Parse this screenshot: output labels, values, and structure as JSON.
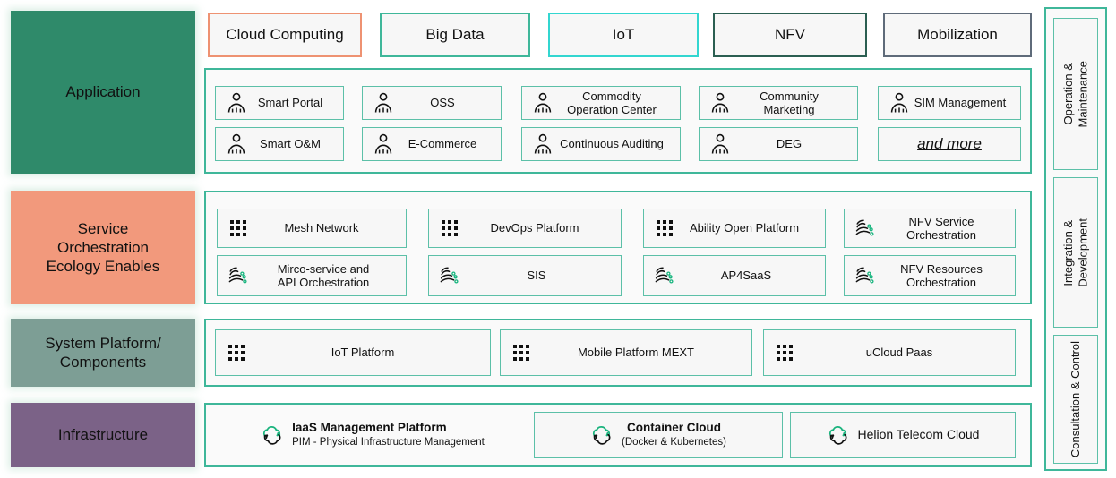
{
  "theme": {
    "accent_border": "#3fb79a",
    "cell_border": "#5cc0a8",
    "application_color": "#2f8a6a",
    "service_color": "#f2997c",
    "system_color": "#7d9e95",
    "infrastructure_color": "#7b6287",
    "panel_bg": "#f7f7f7"
  },
  "tags": [
    {
      "label": "Cloud Computing",
      "border": "#ee9272"
    },
    {
      "label": "Big Data",
      "border": "#3fb79a"
    },
    {
      "label": "IoT",
      "border": "#33d6d0"
    },
    {
      "label": "NFV",
      "border": "#2b5f52"
    },
    {
      "label": "Mobilization",
      "border": "#5f6b7a"
    }
  ],
  "layers": {
    "application": {
      "label": "Application"
    },
    "service": {
      "label": "Service\nOrchestration\nEcology Enables"
    },
    "system": {
      "label": "System Platform/\nComponents"
    },
    "infrastructure": {
      "label": "Infrastructure"
    }
  },
  "application_items": [
    {
      "label": "Smart Portal",
      "icon": "person-icon"
    },
    {
      "label": "OSS",
      "icon": "person-icon"
    },
    {
      "label": "Commodity\nOperation Center",
      "icon": "person-icon"
    },
    {
      "label": "Community\nMarketing",
      "icon": "person-icon"
    },
    {
      "label": "SIM Management",
      "icon": "person-icon"
    },
    {
      "label": "Smart O&M",
      "icon": "person-icon"
    },
    {
      "label": "E-Commerce",
      "icon": "person-icon"
    },
    {
      "label": "Continuous Auditing",
      "icon": "person-icon"
    },
    {
      "label": "DEG",
      "icon": "person-icon"
    },
    {
      "label": "and more",
      "icon": "none",
      "style": "italic-underline"
    }
  ],
  "service_items": [
    {
      "label": "Mesh Network",
      "icon": "grid-icon"
    },
    {
      "label": "DevOps Platform",
      "icon": "grid-icon"
    },
    {
      "label": "Ability Open Platform",
      "icon": "grid-icon"
    },
    {
      "label": "NFV Service\nOrchestration",
      "icon": "orchestration-icon"
    },
    {
      "label": "Mirco-service and\nAPI Orchestration",
      "icon": "orchestration-icon"
    },
    {
      "label": "SIS",
      "icon": "orchestration-icon"
    },
    {
      "label": "AP4SaaS",
      "icon": "orchestration-icon"
    },
    {
      "label": "NFV Resources\nOrchestration",
      "icon": "orchestration-icon"
    }
  ],
  "system_items": [
    {
      "label": "IoT Platform",
      "icon": "grid-icon"
    },
    {
      "label": "Mobile Platform MEXT",
      "icon": "grid-icon"
    },
    {
      "label": "uCloud Paas",
      "icon": "grid-icon"
    }
  ],
  "infrastructure_items": [
    {
      "title": "IaaS Management Platform",
      "subtitle": "PIM - Physical Infrastructure Management",
      "icon": "cloud-icon",
      "boxed": false
    },
    {
      "title": "Container Cloud",
      "subtitle": "(Docker & Kubernetes)",
      "icon": "cloud-icon",
      "boxed": true
    },
    {
      "title": "Helion Telecom Cloud",
      "subtitle": "",
      "icon": "cloud-icon",
      "boxed": true
    }
  ],
  "sidebar_panels": [
    {
      "label": "Operation &\nMaintenance"
    },
    {
      "label": "Integration &\nDevelopment"
    },
    {
      "label": "Consultation & Control"
    }
  ]
}
